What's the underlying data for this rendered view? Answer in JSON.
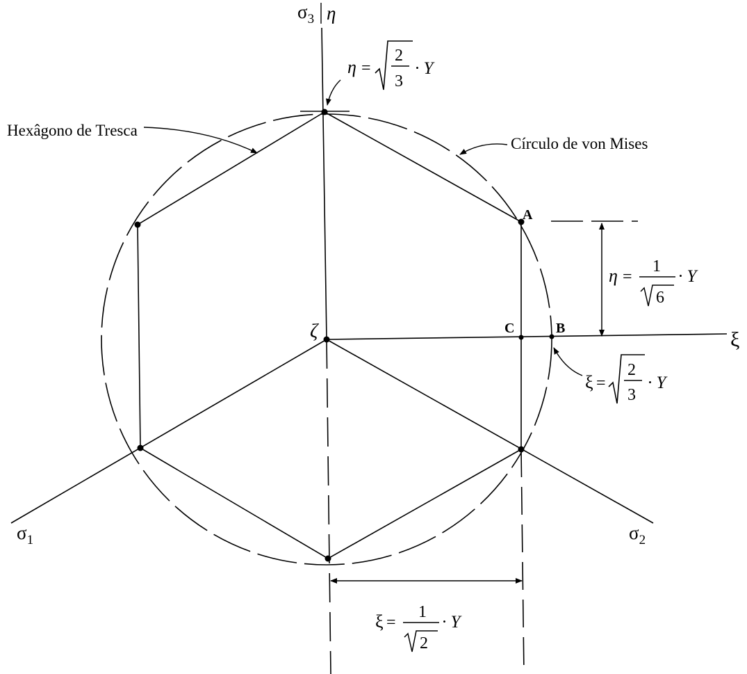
{
  "axes": {
    "sigma1": "σ",
    "sigma1_sub": "1",
    "sigma2": "σ",
    "sigma2_sub": "2",
    "sigma3": "σ",
    "sigma3_sub": "3",
    "eta": "η",
    "xi": "ξ",
    "zeta": "ζ"
  },
  "labels": {
    "tresca": "Hexâgono de Tresca",
    "mises": "Círculo de von Mises",
    "point_a": "A",
    "point_b": "B",
    "point_c": "C"
  },
  "formulas": {
    "eta_top": {
      "lhs": "η",
      "eq": "=",
      "num": "2",
      "den": "3",
      "tail": "· Y"
    },
    "eta_side": {
      "lhs": "η",
      "eq": "=",
      "num": "1",
      "den": "6",
      "tail": "· Y"
    },
    "xi_right": {
      "lhs": "ξ",
      "eq": "=",
      "num": "2",
      "den": "3",
      "tail": "· Y"
    },
    "xi_bottom": {
      "lhs": "ξ",
      "eq": "=",
      "num": "1",
      "den": "2",
      "tail": "· Y"
    }
  },
  "colors": {
    "ink": "#000000",
    "background": "#ffffff"
  }
}
